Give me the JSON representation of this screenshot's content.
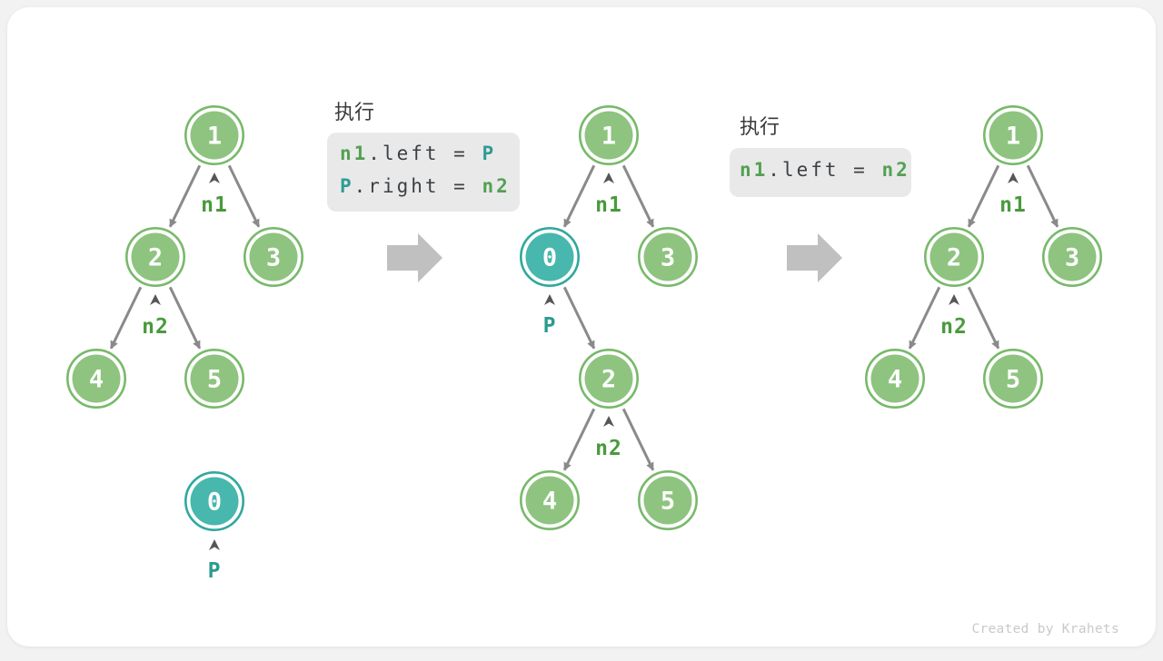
{
  "watermark": "Created by Krahets",
  "colors": {
    "page_background": "#f1f2f1",
    "panel_background": "#ffffff",
    "node_green_fill": "#8ec47f",
    "node_green_border": "#78b96a",
    "node_teal_fill": "#48b7ae",
    "node_teal_border": "#30a89e",
    "node_number_text": "#ffffff",
    "pointer_green": "#4a9a3d",
    "pointer_teal": "#2b9b90",
    "code_green": "#53a053",
    "code_teal": "#2f9c94",
    "code_plain": "#3c4044",
    "code_box_background": "#e9e9e9",
    "edge_gray": "#8a8a8a",
    "big_arrow_gray": "#c0c0c0",
    "watermark_gray": "#c9c9c9"
  },
  "code_blocks": [
    {
      "title": "执行",
      "lines": [
        {
          "tokens": [
            {
              "text": "n1",
              "color": "green"
            },
            {
              "text": ".left = ",
              "color": "plain"
            },
            {
              "text": "P",
              "color": "teal"
            }
          ]
        },
        {
          "tokens": [
            {
              "text": "P",
              "color": "teal"
            },
            {
              "text": ".right = ",
              "color": "plain"
            },
            {
              "text": "n2",
              "color": "green"
            }
          ]
        }
      ]
    },
    {
      "title": "执行",
      "lines": [
        {
          "tokens": [
            {
              "text": "n1",
              "color": "green"
            },
            {
              "text": ".left = ",
              "color": "plain"
            },
            {
              "text": "n2",
              "color": "green"
            }
          ]
        }
      ]
    }
  ],
  "trees": {
    "step1": {
      "node_values": {
        "root": "1",
        "left": "2",
        "right": "3",
        "left_left": "4",
        "left_right": "5",
        "detached": "0"
      },
      "pointers": {
        "n1": "n1",
        "n2": "n2",
        "p": "P"
      }
    },
    "step2": {
      "node_values": {
        "root": "1",
        "left": "0",
        "right": "3",
        "inserted_child": "2",
        "left_left": "4",
        "left_right": "5"
      },
      "pointers": {
        "n1": "n1",
        "p": "P",
        "n2": "n2"
      }
    },
    "step3": {
      "node_values": {
        "root": "1",
        "left": "2",
        "right": "3",
        "left_left": "4",
        "left_right": "5"
      },
      "pointers": {
        "n1": "n1",
        "n2": "n2"
      }
    }
  }
}
